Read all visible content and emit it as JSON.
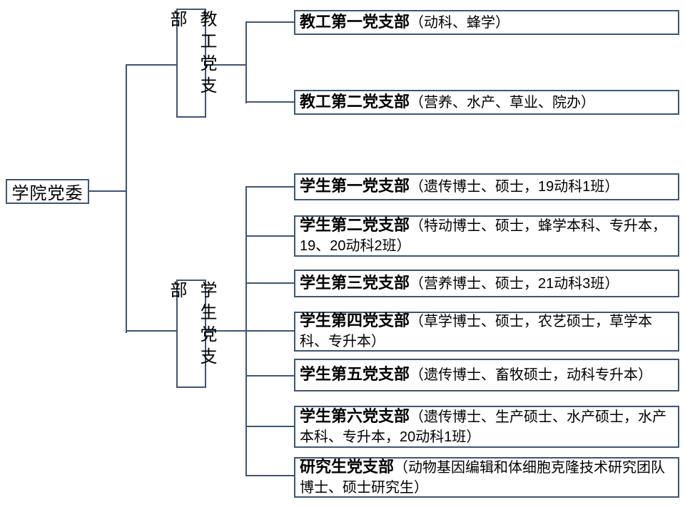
{
  "colors": {
    "line": "#3F5572",
    "text": "#000000",
    "box_background": "#FFFFFF"
  },
  "diagram": {
    "type": "org-chart",
    "root": {
      "label": "学院党委"
    },
    "branches": [
      {
        "label": "教工党支部",
        "children": [
          {
            "title": "教工第一党支部",
            "detail": "（动科、蜂学）"
          },
          {
            "title": "教工第二党支部",
            "detail": "（营养、水产、草业、院办）"
          }
        ]
      },
      {
        "label": "学生党支部",
        "children": [
          {
            "title": "学生第一党支部",
            "detail": "（遗传博士、硕士，19动科1班）"
          },
          {
            "title": "学生第二党支部",
            "detail": "（特动博士、硕士，蜂学本科、专升本，19、20动科2班）"
          },
          {
            "title": "学生第三党支部",
            "detail": "（营养博士、硕士，21动科3班）"
          },
          {
            "title": "学生第四党支部",
            "detail": "（草学博士、硕士，农艺硕士，草学本科、专升本）"
          },
          {
            "title": "学生第五党支部",
            "detail": "（遗传博士、畜牧硕士，动科专升本）"
          },
          {
            "title": "学生第六党支部",
            "detail": "（遗传博士、生产硕士、水产硕士，水产本科、专升本，20动科1班）"
          },
          {
            "title": "研究生党支部",
            "detail": "（动物基因编辑和体细胞克隆技术研究团队博士、硕士研究生）"
          }
        ]
      }
    ]
  }
}
